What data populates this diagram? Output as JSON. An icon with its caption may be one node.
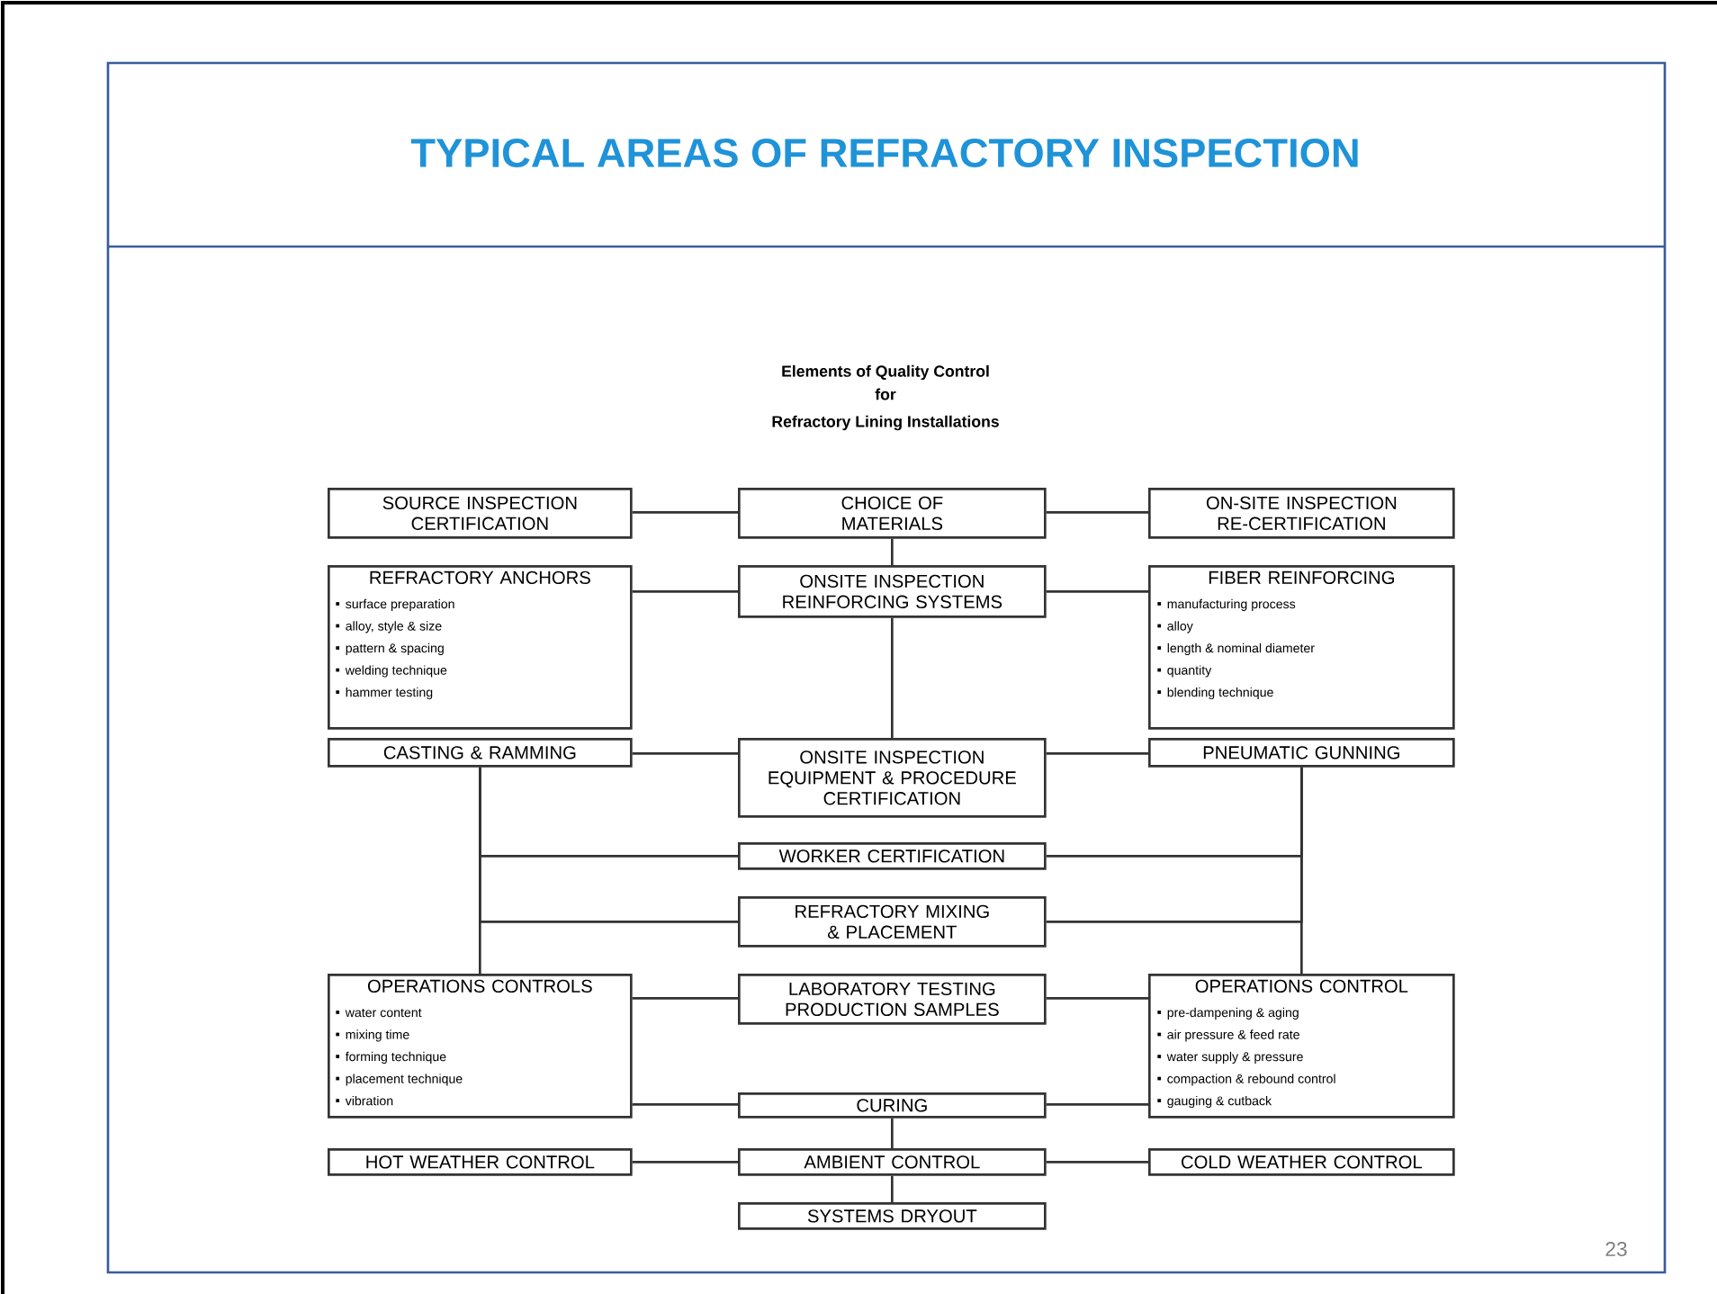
{
  "diagram": {
    "title": "TYPICAL AREAS OF REFRACTORY INSPECTION",
    "nodes": [
      {
        "text": [
          "SOURCE INSPECTION CERTIFICATION"
        ]
      },
      {
        "text": [
          "CHOICE OF MATERIALS"
        ]
      },
      {
        "text": [
          "ON-SITE INSPECTION RE-CERTIFICATION"
        ]
      },
      {
        "text": [
          "REFRACTORY ANCHORS",
          "surface preparation",
          "alloy, style & size",
          "pattern & spacing",
          "welding technique",
          "hammer testing"
        ]
      },
      {
        "text": [
          "ONSITE INSPECTION REINFORCING SYSTEMS"
        ]
      },
      {
        "text": [
          "FIBER REINFORCING",
          "manufacturing process",
          "alloy",
          "length & nominal diameter",
          "quantity",
          "blending technique"
        ]
      },
      {
        "text": [
          "CASTING & RAMMING"
        ]
      },
      {
        "text": [
          "ONSITE INSPECTION EQUIPMENT & PROCEDURE CERTIFICATION"
        ]
      },
      {
        "text": [
          "PNEUMATIC GUNNING"
        ]
      },
      {
        "text": [
          "WORKER CERTIFICATION"
        ]
      },
      {
        "text": [
          "REFRACTORY MIXING & PLACEMENT"
        ]
      },
      {
        "text": [
          "OPERATIONS CONTROLS",
          "water content",
          "mixing time",
          "forming technique",
          "placement technique",
          "vibration"
        ]
      },
      {
        "text": [
          "LABORATORY TESTING PRODUCTION SAMPLES"
        ]
      },
      {
        "text": [
          "OPERATIONS CONTROL",
          "pre-dampening & aging",
          "air pressure & feed rate",
          "water supply & pressure",
          "compaction & rebound control",
          "gauging & cutback"
        ]
      },
      {
        "text": [
          "CURING"
        ]
      },
      {
        "text": [
          "HOT WEATHER CONTROL"
        ]
      },
      {
        "text": [
          "AMBIENT CONTROL"
        ]
      },
      {
        "text": [
          "COLD WEATHER CONTROL"
        ]
      },
      {
        "text": [
          "SYSTEMS DRYOUT"
        ]
      }
    ],
    "edges": [
      {
        "from": 0,
        "to": 1,
        "arrow": "none"
      },
      {
        "from": 1,
        "to": 2,
        "arrow": "none"
      },
      {
        "from": 1,
        "to": 4,
        "arrow": "none"
      },
      {
        "from": 3,
        "to": 4,
        "arrow": "none"
      },
      {
        "from": 4,
        "to": 5,
        "arrow": "none"
      },
      {
        "from": 4,
        "to": 7,
        "arrow": "none"
      },
      {
        "from": 6,
        "to": 7,
        "arrow": "none"
      },
      {
        "from": 7,
        "to": 8,
        "arrow": "none"
      },
      {
        "from": 6,
        "to": 11,
        "arrow": "none"
      },
      {
        "from": 9,
        "to": 6,
        "arrow": "none"
      },
      {
        "from": 10,
        "to": 6,
        "arrow": "none"
      },
      {
        "from": 8,
        "to": 13,
        "arrow": "none"
      },
      {
        "from": 9,
        "to": 8,
        "arrow": "none"
      },
      {
        "from": 10,
        "to": 8,
        "arrow": "none"
      },
      {
        "from": 11,
        "to": 12,
        "arrow": "none"
      },
      {
        "from": 12,
        "to": 13,
        "arrow": "none"
      },
      {
        "from": 11,
        "to": 14,
        "arrow": "none"
      },
      {
        "from": 14,
        "to": 13,
        "arrow": "none"
      },
      {
        "from": 14,
        "to": 16,
        "arrow": "none"
      },
      {
        "from": 15,
        "to": 16,
        "arrow": "none"
      },
      {
        "from": 16,
        "to": 17,
        "arrow": "none"
      },
      {
        "from": 16,
        "to": 18,
        "arrow": "none"
      }
    ],
    "labels": [
      "Elements of Quality Control",
      "for",
      "Refractory Lining Installations",
      "23"
    ]
  }
}
